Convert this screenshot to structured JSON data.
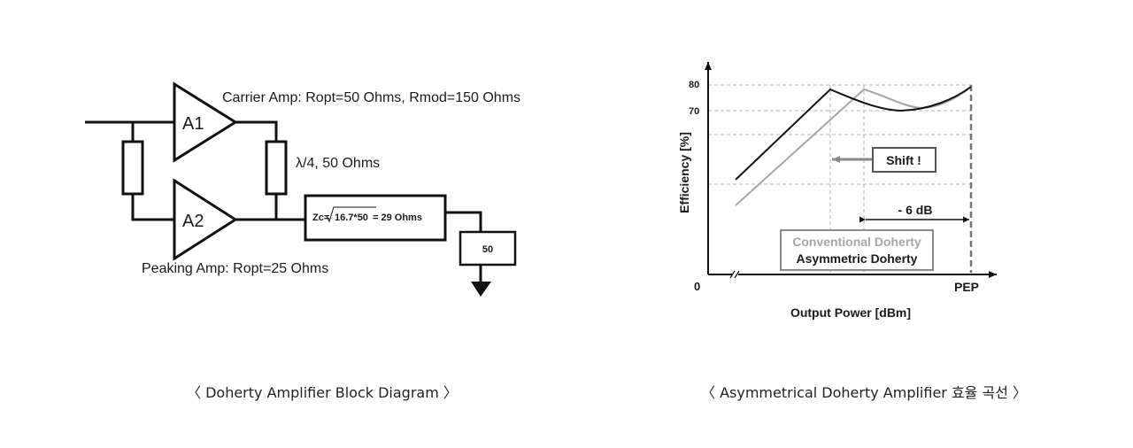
{
  "block_diagram": {
    "amp_a1": "A1",
    "amp_a2": "A2",
    "carrier_label": "Carrier Amp: Ropt=50 Ohms, Rmod=150 Ohms",
    "quarter_wave_label": "λ/4, 50 Ohms",
    "zc_prefix": "Zc=",
    "zc_radicand": "16.7*50",
    "zc_result": " = 29 Ohms",
    "load_label": "50",
    "peaking_label": "Peaking Amp: Ropt=25 Ohms"
  },
  "chart": {
    "ylabel": "Efficiency [%]",
    "xlabel": "Output Power [dBm]",
    "ytick_80": "80",
    "ytick_70": "70",
    "origin": "0",
    "xmax_label": "PEP",
    "shift_label": "Shift !",
    "backoff_label": "- 6 dB",
    "legend_conventional": "Conventional Doherty",
    "legend_asymmetric": "Asymmetric Doherty",
    "colors": {
      "asymmetric": "#111111",
      "conventional": "#a6a6a6"
    }
  },
  "captions": {
    "left": "〈 Doherty Amplifier Block Diagram 〉",
    "right": "〈 Asymmetrical Doherty Amplifier 효율 곡선 〉"
  }
}
